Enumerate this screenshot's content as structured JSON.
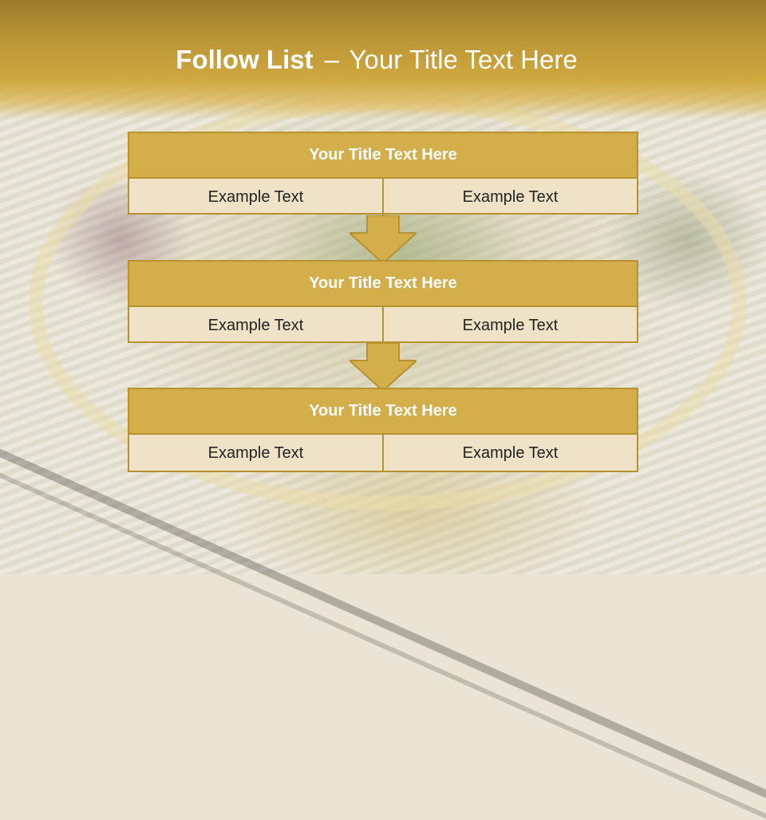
{
  "slide": {
    "title_bold": "Follow List",
    "title_sep": "–",
    "title_rest": "Your Title Text Here"
  },
  "blocks": [
    {
      "title": "Your Title Text Here",
      "cells": [
        "Example Text",
        "Example Text"
      ]
    },
    {
      "title": "Your Title Text Here",
      "cells": [
        "Example Text",
        "Example Text"
      ]
    },
    {
      "title": "Your Title Text Here",
      "cells": [
        "Example Text",
        "Example Text"
      ]
    }
  ],
  "icons": [
    "down-arrow-icon",
    "down-arrow-icon"
  ],
  "colors": {
    "header": "#c9a33c",
    "block_header": "#d5ae4c",
    "block_border": "#b8922f",
    "block_body": "#f0e2c7",
    "arrow": "#d5ae4c"
  }
}
